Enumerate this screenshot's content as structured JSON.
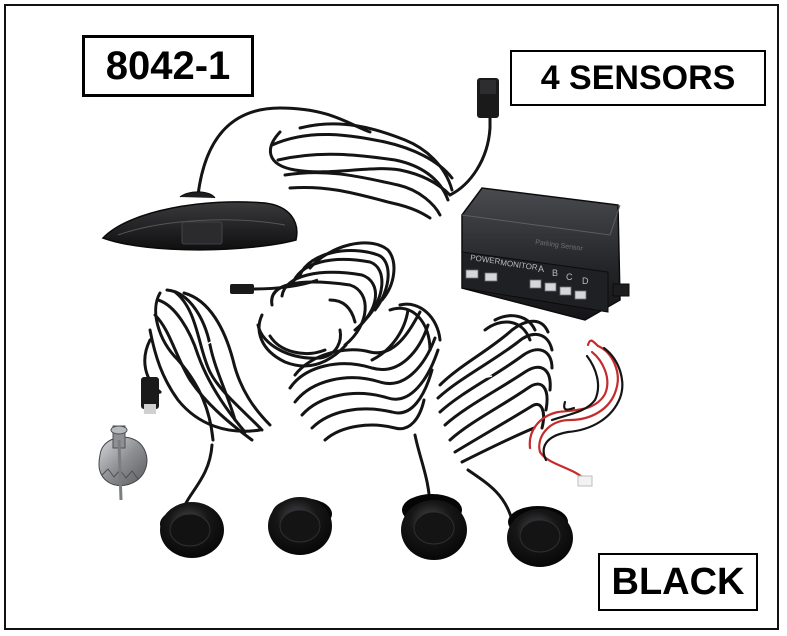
{
  "labels": {
    "model": "8042-1",
    "sensor_count": "4 SENSORS",
    "color": "BLACK"
  },
  "control_box": {
    "left_labels": [
      "POWER",
      "MONITOR"
    ],
    "channels": [
      "A",
      "B",
      "C",
      "D"
    ],
    "top_text": "Parking Sensor"
  },
  "colors": {
    "cable": "#141414",
    "sensor": "#0e0e0e",
    "box": "#2a2b2e",
    "red_wire": "#c62b2b"
  }
}
